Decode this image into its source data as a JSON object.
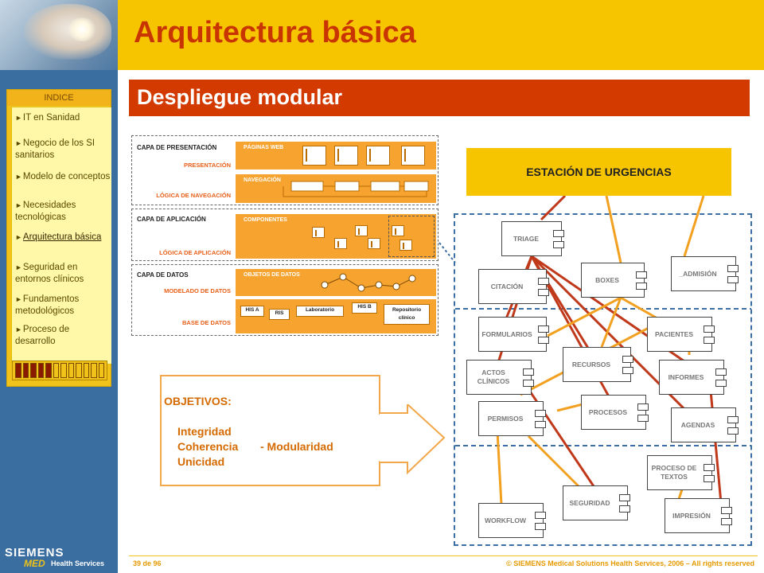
{
  "header": {
    "title": "Arquitectura básica"
  },
  "section": {
    "title": "Despliegue modular"
  },
  "index": {
    "title": "INDICE",
    "items": [
      {
        "label": "IT en Sanidad"
      },
      {
        "label": "Negocio de los SI sanitarios"
      },
      {
        "label": "Modelo de conceptos"
      },
      {
        "label": "Necesidades tecnológicas"
      },
      {
        "label": "Arquitectura básica",
        "active": true
      },
      {
        "label": "Seguridad en entornos clínicos"
      },
      {
        "label": "Fundamentos metodológicos"
      },
      {
        "label": "Proceso de desarrollo"
      }
    ],
    "progress": {
      "filled": 5,
      "total": 12
    }
  },
  "logo": {
    "brand": "SIEMENS",
    "med": "MED",
    "division": "Health Services"
  },
  "layers": {
    "presentation": {
      "title": "CAPA DE PRESENTACIÓN",
      "sub1": "PRESENTACIÓN",
      "sub2": "LÓGICA DE NAVEGACIÓN",
      "panel1": "PÁGINAS WEB",
      "panel2": "NAVEGACIÓN"
    },
    "application": {
      "title": "CAPA DE APLICACIÓN",
      "sub": "LÓGICA DE APLICACIÓN",
      "panel": "COMPONENTES"
    },
    "data": {
      "title": "CAPA DE DATOS",
      "sub1": "MODELADO DE DATOS",
      "sub2": "BASE DE DATOS",
      "panel1": "OBJETOS DE DATOS",
      "dbs": [
        "HIS A",
        "RIS",
        "Laboratorio",
        "HIS B",
        "Repositorio clínico"
      ]
    }
  },
  "objectives": {
    "title": "OBJETIVOS:",
    "items": [
      "Integridad",
      "Coherencia",
      "Unicidad"
    ],
    "extra": "- Modularidad"
  },
  "station": {
    "title": "ESTACIÓN DE URGENCIAS"
  },
  "components": {
    "triage": "TRIAGE",
    "citacion": "CITACIÓN",
    "boxes": "BOXES",
    "admision": "_ADMISIÓN",
    "formularios": "FORMULARIOS",
    "pacientes": "PACIENTES",
    "recursos": "RECURSOS",
    "actos": "ACTOS CLÍNICOS",
    "informes": "INFORMES",
    "permisos": "PERMISOS",
    "procesos": "PROCESOS",
    "agendas": "AGENDAS",
    "proceso_textos": "PROCESO DE TEXTOS",
    "seguridad": "SEGURIDAD",
    "impresion": "IMPRESIÓN",
    "workflow": "WORKFLOW"
  },
  "colors": {
    "dependency_red": "#c0391b",
    "dependency_orange": "#f2a020"
  },
  "footer": {
    "page": "39 de 96",
    "copyright": "© SIEMENS Medical Solutions Health Services, 2006 – All rights reserved"
  }
}
